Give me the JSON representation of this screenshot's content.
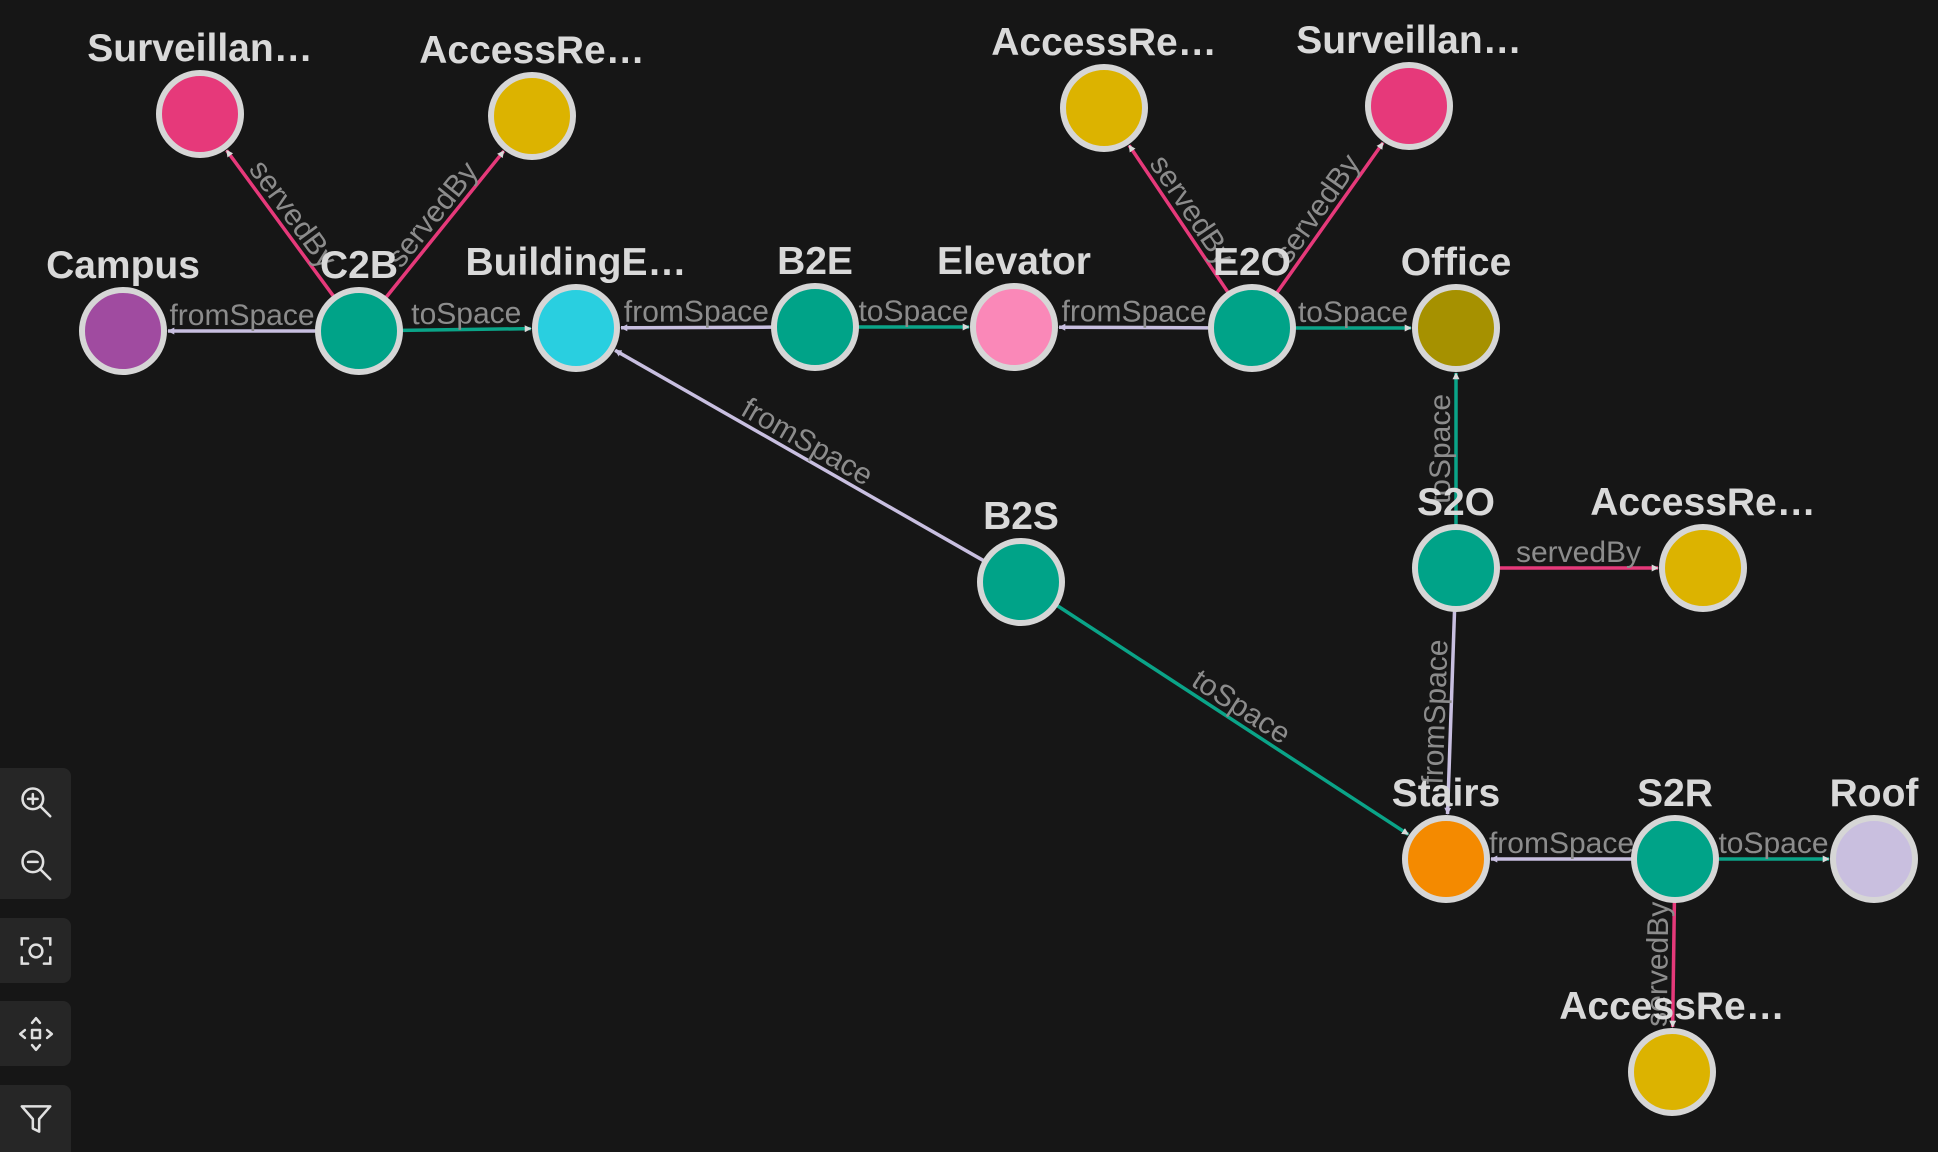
{
  "colors": {
    "background": "#161616",
    "node_stroke": "#d6d6d6",
    "edge_from": "#c8bfe0",
    "edge_to": "#0aa488",
    "edge_served": "#e6397a",
    "label": "#d9d9d9",
    "edge_label": "#8c8c8c"
  },
  "nodes": [
    {
      "id": "campus",
      "label": "Campus",
      "color": "#a04ba0"
    },
    {
      "id": "c2b",
      "label": "C2B",
      "color": "#00a388"
    },
    {
      "id": "buildinge",
      "label": "BuildingE…",
      "color": "#29cfe0"
    },
    {
      "id": "b2e",
      "label": "B2E",
      "color": "#00a388"
    },
    {
      "id": "elevator",
      "label": "Elevator",
      "color": "#fa88b8"
    },
    {
      "id": "e2o",
      "label": "E2O",
      "color": "#00a388"
    },
    {
      "id": "office",
      "label": "Office",
      "color": "#a69100"
    },
    {
      "id": "surv1",
      "label": "Surveillan…",
      "color": "#e6397a"
    },
    {
      "id": "access1",
      "label": "AccessRe…",
      "color": "#dcb300"
    },
    {
      "id": "access2",
      "label": "AccessRe…",
      "color": "#dcb300"
    },
    {
      "id": "surv2",
      "label": "Surveillan…",
      "color": "#e6397a"
    },
    {
      "id": "b2s",
      "label": "B2S",
      "color": "#00a388"
    },
    {
      "id": "s2o",
      "label": "S2O",
      "color": "#00a388"
    },
    {
      "id": "access3",
      "label": "AccessRe…",
      "color": "#dcb300"
    },
    {
      "id": "stairs",
      "label": "Stairs",
      "color": "#f48a00"
    },
    {
      "id": "s2r",
      "label": "S2R",
      "color": "#00a388"
    },
    {
      "id": "roof",
      "label": "Roof",
      "color": "#c9bfdf"
    },
    {
      "id": "access4",
      "label": "AccessRe…",
      "color": "#dcb300"
    }
  ],
  "edges": [
    {
      "id": "c2b-campus",
      "from": "c2b",
      "to": "campus",
      "label": "fromSpace",
      "kind": "from"
    },
    {
      "id": "c2b-buildinge",
      "from": "c2b",
      "to": "buildinge",
      "label": "toSpace",
      "kind": "to"
    },
    {
      "id": "c2b-surv1",
      "from": "c2b",
      "to": "surv1",
      "label": "servedBy",
      "kind": "served"
    },
    {
      "id": "c2b-access1",
      "from": "c2b",
      "to": "access1",
      "label": "servedBy",
      "kind": "served"
    },
    {
      "id": "b2e-buildinge",
      "from": "b2e",
      "to": "buildinge",
      "label": "fromSpace",
      "kind": "from"
    },
    {
      "id": "b2e-elevator",
      "from": "b2e",
      "to": "elevator",
      "label": "toSpace",
      "kind": "to"
    },
    {
      "id": "e2o-elevator",
      "from": "e2o",
      "to": "elevator",
      "label": "fromSpace",
      "kind": "from"
    },
    {
      "id": "e2o-office",
      "from": "e2o",
      "to": "office",
      "label": "toSpace",
      "kind": "to"
    },
    {
      "id": "e2o-access2",
      "from": "e2o",
      "to": "access2",
      "label": "servedBy",
      "kind": "served"
    },
    {
      "id": "e2o-surv2",
      "from": "e2o",
      "to": "surv2",
      "label": "servedBy",
      "kind": "served"
    },
    {
      "id": "b2s-buildinge",
      "from": "b2s",
      "to": "buildinge",
      "label": "fromSpace",
      "kind": "from"
    },
    {
      "id": "b2s-stairs",
      "from": "b2s",
      "to": "stairs",
      "label": "toSpace",
      "kind": "to"
    },
    {
      "id": "s2o-office",
      "from": "s2o",
      "to": "office",
      "label": "toSpace",
      "kind": "to"
    },
    {
      "id": "s2o-access3",
      "from": "s2o",
      "to": "access3",
      "label": "servedBy",
      "kind": "served"
    },
    {
      "id": "s2o-stairs",
      "from": "s2o",
      "to": "stairs",
      "label": "fromSpace",
      "kind": "from"
    },
    {
      "id": "s2r-stairs",
      "from": "s2r",
      "to": "stairs",
      "label": "fromSpace",
      "kind": "from"
    },
    {
      "id": "s2r-roof",
      "from": "s2r",
      "to": "roof",
      "label": "toSpace",
      "kind": "to"
    },
    {
      "id": "s2r-access4",
      "from": "s2r",
      "to": "access4",
      "label": "servedBy",
      "kind": "served"
    }
  ],
  "toolbar": {
    "zoom_in": "zoom-in-icon",
    "zoom_out": "zoom-out-icon",
    "fit": "fit-view-icon",
    "pan": "move-icon",
    "filter": "filter-icon"
  }
}
